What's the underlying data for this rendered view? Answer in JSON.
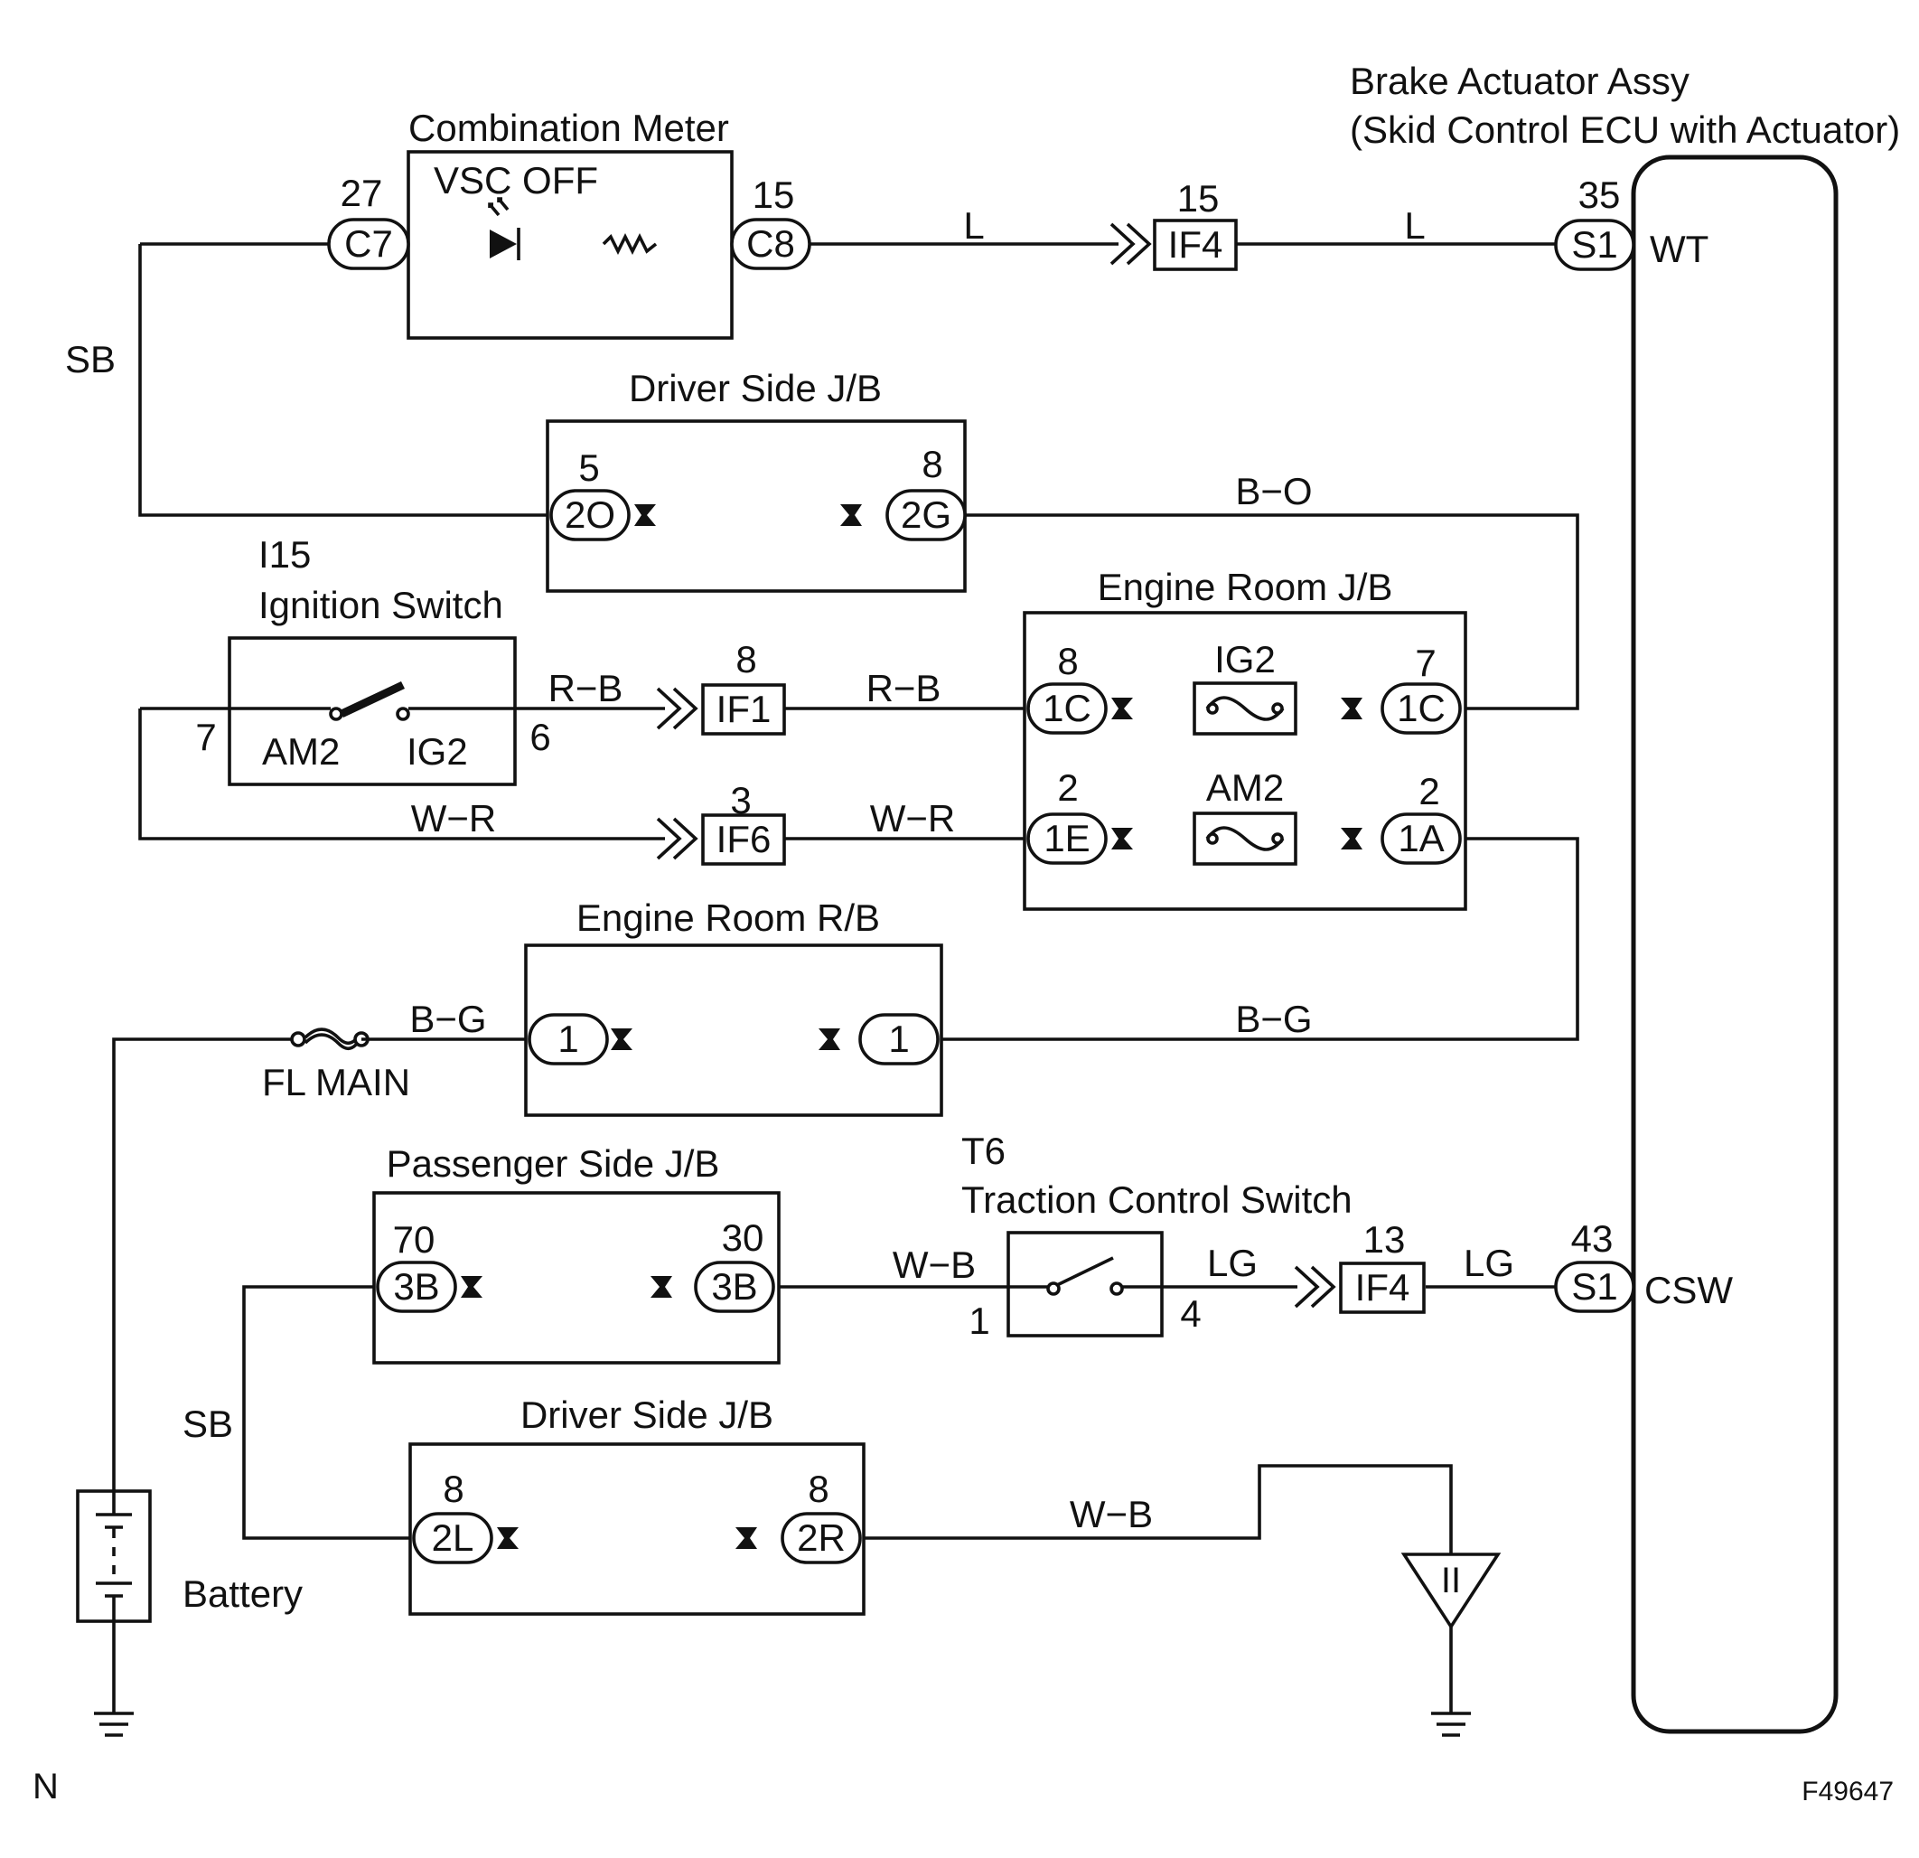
{
  "components": {
    "combination_meter": "Combination Meter",
    "vsc_off": "VSC OFF",
    "brake_actuator_line1": "Brake Actuator Assy",
    "brake_actuator_line2": "(Skid Control ECU with Actuator)",
    "driver_jb": "Driver Side J/B",
    "ignition_id": "I15",
    "ignition_switch": "Ignition Switch",
    "engine_room_jb": "Engine Room J/B",
    "engine_room_rb": "Engine Room R/B",
    "passenger_jb": "Passenger Side J/B",
    "traction_id": "T6",
    "traction_switch": "Traction Control Switch",
    "battery": "Battery",
    "fl_main": "FL MAIN"
  },
  "wires": {
    "sb": "SB",
    "l": "L",
    "b_o": "B−O",
    "r_b": "R−B",
    "w_r": "W−R",
    "b_g": "B−G",
    "w_b": "W−B",
    "lg": "LG"
  },
  "connectors": {
    "c7": "C7",
    "c8": "C8",
    "if4": "IF4",
    "s1": "S1",
    "c2o": "2O",
    "c2g": "2G",
    "if1": "IF1",
    "if6": "IF6",
    "c1c": "1C",
    "c1e": "1E",
    "c1a": "1A",
    "one": "1",
    "c3b": "3B",
    "c2l": "2L",
    "c2r": "2R"
  },
  "pins": {
    "p27": "27",
    "p15": "15",
    "p35": "35",
    "p5": "5",
    "p8": "8",
    "p7": "7",
    "p6": "6",
    "p3": "3",
    "p2": "2",
    "p70": "70",
    "p30": "30",
    "p13": "13",
    "p43": "43",
    "p1": "1",
    "p4": "4"
  },
  "terminals": {
    "wt": "WT",
    "csw": "CSW",
    "am2": "AM2",
    "ig2": "IG2"
  },
  "fuses": {
    "ig2": "IG2",
    "am2": "AM2"
  },
  "ground_mark": "II",
  "corner_code": "N",
  "figure_id": "F49647"
}
